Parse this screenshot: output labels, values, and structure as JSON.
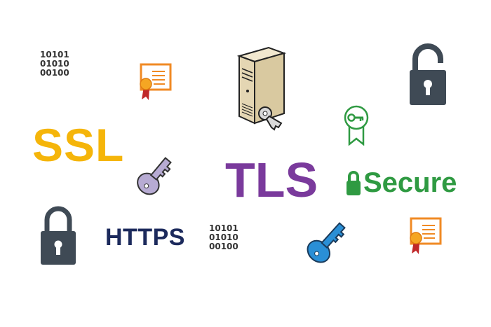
{
  "binary_top_left": "10101\n01010\n00100",
  "binary_bottom_center": "10101\n01010\n00100",
  "labels": {
    "ssl": "SSL",
    "tls": "TLS",
    "https": "HTTPS",
    "secure": "Secure"
  },
  "colors": {
    "ssl": "#f5b50a",
    "tls": "#7a3a9c",
    "https": "#1c2a5c",
    "secure": "#2f9a42",
    "lock": "#3f4a55",
    "certificate": "#f08a24",
    "key_purple": "#b7abd3",
    "key_blue": "#2a8fd6",
    "badge_green": "#2f9a42"
  },
  "icons": [
    "certificate-icon",
    "server-icon",
    "padlock-icon",
    "key-badge-icon",
    "key-icon",
    "padlock-small-icon"
  ]
}
